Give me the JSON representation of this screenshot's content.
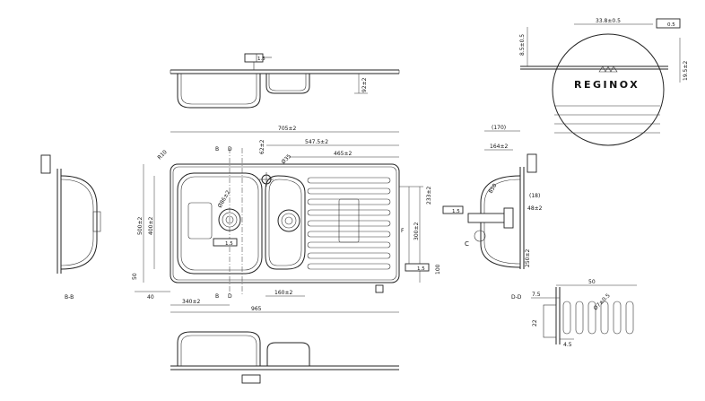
{
  "brand": {
    "logo_text": "REGINOX"
  },
  "dimensions": {
    "overall_width": "965",
    "length_705": "705±2",
    "length_547": "547.5±2",
    "length_465": "465±2",
    "length_340": "340±2",
    "length_160": "160±2",
    "height_500": "500±2",
    "height_400": "400±2",
    "radius_r10": "R10",
    "width_40": "40",
    "width_50": "50",
    "dia_62": "62±2",
    "dia_35": "Ø35",
    "dia_86": "Ø86±2",
    "dim_233": "233±2",
    "dim_300": "300±2",
    "dim_100": "100",
    "sec_170": "(170)",
    "sec_164": "164±2",
    "sec_850": "850",
    "sec_18": "(18)",
    "sec_48": "48±2",
    "sec_250": "250±2",
    "sec_c": "C",
    "tol_i16": "1.5",
    "top_92": "92±2",
    "detail_338": "33.8±0.5",
    "detail_85": "8.5±0.5",
    "detail_195": "19.5±2",
    "detail_tol": "0.5",
    "slot_50": "50",
    "slot_75": "7.5",
    "slot_22": "22",
    "slot_45": "4.5",
    "slot_dia": "Ø7±0.5"
  },
  "section_labels": {
    "b_top": "B",
    "d_top": "D",
    "b_bottom": "B",
    "d_bottom": "D",
    "b_section": "B-B",
    "d_section": "D-D",
    "f_mark": "F"
  },
  "colors": {
    "line": "#222222",
    "background": "#ffffff"
  }
}
